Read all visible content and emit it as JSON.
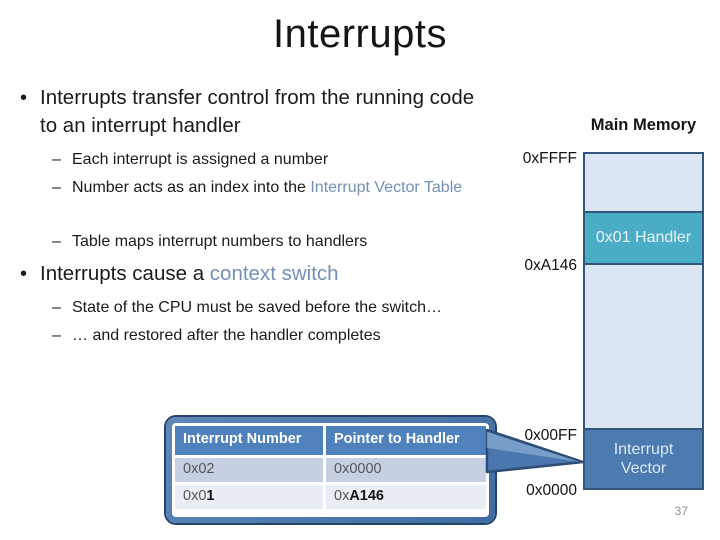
{
  "slide": {
    "title": "Interrupts",
    "page_number": "37"
  },
  "bullets": {
    "marker_main": "•",
    "marker_sub": "–",
    "b1": "Interrupts transfer control from the running code to an interrupt handler",
    "sub1": "Each interrupt is assigned a number",
    "sub2_pre": "Number acts as an index into the ",
    "sub2_accent": "Interrupt Vector Table",
    "sub3": "Table maps interrupt numbers to handlers",
    "b2_pre": "Interrupts cause a ",
    "b2_accent": "context switch",
    "sub4": "State of the CPU must be saved before the switch…",
    "sub5": "… and restored after the handler completes"
  },
  "memory": {
    "title": "Main Memory",
    "address_labels": [
      "0xFFFF",
      "0xA146",
      "0x00FF",
      "0x0000"
    ],
    "segments": {
      "handler_label": "0x01 Handler",
      "vector_label": "Interrupt Vector"
    }
  },
  "callout_table": {
    "headers": [
      "Interrupt Number",
      "Pointer to Handler"
    ],
    "rows": [
      {
        "interrupt_number": "0x02",
        "pointer": "0x0000"
      },
      {
        "interrupt_number_pre": "0x0",
        "interrupt_number_bold": "1",
        "pointer_pre": "0x",
        "pointer_bold": "A146"
      }
    ]
  },
  "colors": {
    "accent_text": "#7291b5",
    "memory_light": "#dce6f2",
    "memory_teal": "#4bacc6",
    "memory_vector_blue": "#4c7bb0",
    "diagram_border": "#31577e",
    "callout_band": "#4a77ad",
    "callout_outline": "#24436b",
    "table_header_bg": "#4f81bd",
    "table_row1_bg": "#c7d0e2",
    "table_row2_bg": "#e9edf4"
  }
}
